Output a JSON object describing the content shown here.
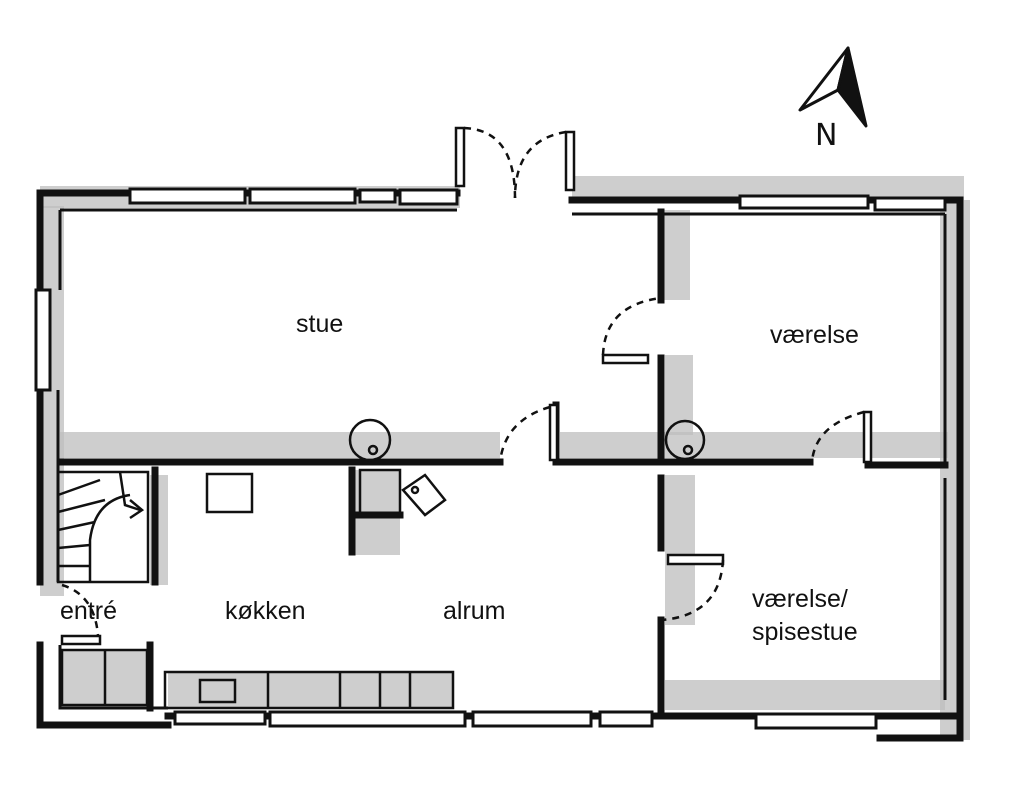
{
  "rooms": {
    "stue": "stue",
    "vaerelse": "værelse",
    "entre": "entré",
    "kokken": "køkken",
    "alrum": "alrum",
    "vaerelse_spisestue_line1": "værelse/",
    "vaerelse_spisestue_line2": "spisestue"
  },
  "compass": {
    "label": "N"
  },
  "colors": {
    "ink": "#111111",
    "shadow": "#bdbdbd",
    "background": "#ffffff"
  }
}
